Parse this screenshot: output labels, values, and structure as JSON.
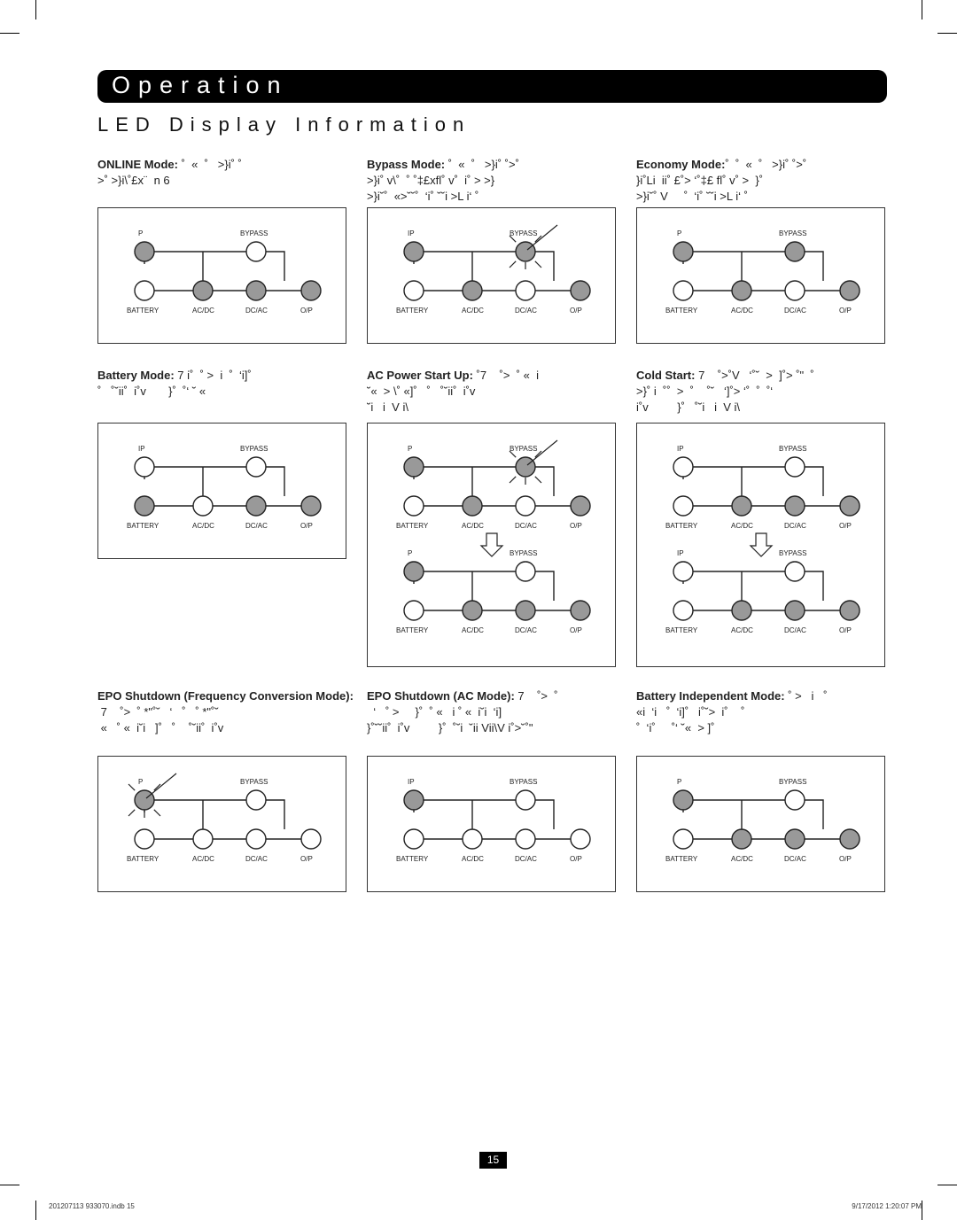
{
  "header": {
    "title": "Operation"
  },
  "section": {
    "title": "LED Display Information"
  },
  "labels": {
    "ip": "IP",
    "p": "P",
    "bypass": "BYPASS",
    "battery": "BATTERY",
    "acdc": "AC/DC",
    "dcac": "DC/AC",
    "op": "O/P"
  },
  "modes": [
    {
      "id": "online",
      "label": "ONLINE Mode:",
      "line1": " ˚  «  ˚   >}i˚ ˚",
      "line2": ">˚ >}i\\˚£x¨  n 6",
      "line3": ""
    },
    {
      "id": "bypass",
      "label": "Bypass Mode:",
      "line1": " ˚  «  ˚   >}i˚ ˚>˚",
      "line2": ">}i˚ v\\˚  ˚ ˚‡£xfl˚ v˚  i˚ > >}",
      "line3": ">}i˘˚  «>˘˘˚  ‘i˚ ˘˘i >L i‘ ˚"
    },
    {
      "id": "economy",
      "label": "Economy Mode:",
      "line1": "˚  ˚  «  ˚   >}i˚ ˚>˚",
      "line2": "}i˚Li  ii˚ £˚> ‘˚‡£ fl˚ v˚ >  }˚",
      "line3": ">}i˘˚ V     ˚  ‘i˚ ˘˘i >L i‘ ˚"
    },
    {
      "id": "battery",
      "label": "Battery Mode:",
      "line1": " 7 i˚  ˚ >  i  ˚  ‘i]˚",
      "line2": "˚   ˚˘ii˚  i˚v       }˚  ˚‘ ˘ «",
      "line3": ""
    },
    {
      "id": "acstart",
      "label": "AC Power Start Up:",
      "line1": " ˚7    ˚>  ˚ «  i",
      "line2": "˘«  > \\˚ «]˚   ˚   ˚˘ii˚  i˚v",
      "line3": "˘i   i  V i\\"
    },
    {
      "id": "coldstart",
      "label": "Cold Start:",
      "line1": " 7    ˚>˚V   ‘˚˘  >  ]˚> ˚\"  ˚",
      "line2": ">}˚ i  ˚˚  >  ˚    ˚˘   ‘]˚> ‘˚  ˚  ˚‘",
      "line3": "i˚v         }˚   ˚˘i   i  V i\\"
    },
    {
      "id": "epofreq",
      "label": "EPO Shutdown (Frequency Conversion Mode):",
      "line1": "",
      "line2": " 7    ˚>  ˚ *\"˚˘   ‘   ˚   ˚ *\"˚˘",
      "line3": " «   ˚ «  i˘i   ]˚   ˚    ˚˘ii˚  i˚v"
    },
    {
      "id": "epoac",
      "label": "EPO Shutdown (AC Mode):",
      "line1": " 7    ˚>  ˚",
      "line2": "  ‘   ˚ >     }˚  ˚ «   i ˚ «  i˘i  ‘i]",
      "line3": "}˚˘˘ii˚  i˚v         }˚  ˚˘i  ˘ii Vii\\V i˚>˘˚\""
    },
    {
      "id": "batind",
      "label": "Battery Independent Mode:",
      "line1": " ˚ >   i   ˚",
      "line2": "«i  ‘i   ˚  ‘i]˚   i˚˘>  i˚    ˚",
      "line3": "˚  ‘i˚     ˚‘ ˘«  > ]˚"
    }
  ],
  "page": {
    "number": "15"
  },
  "footer": {
    "left": "201207113 933070.indb   15",
    "right": "9/17/2012   1:20:07 PM"
  }
}
